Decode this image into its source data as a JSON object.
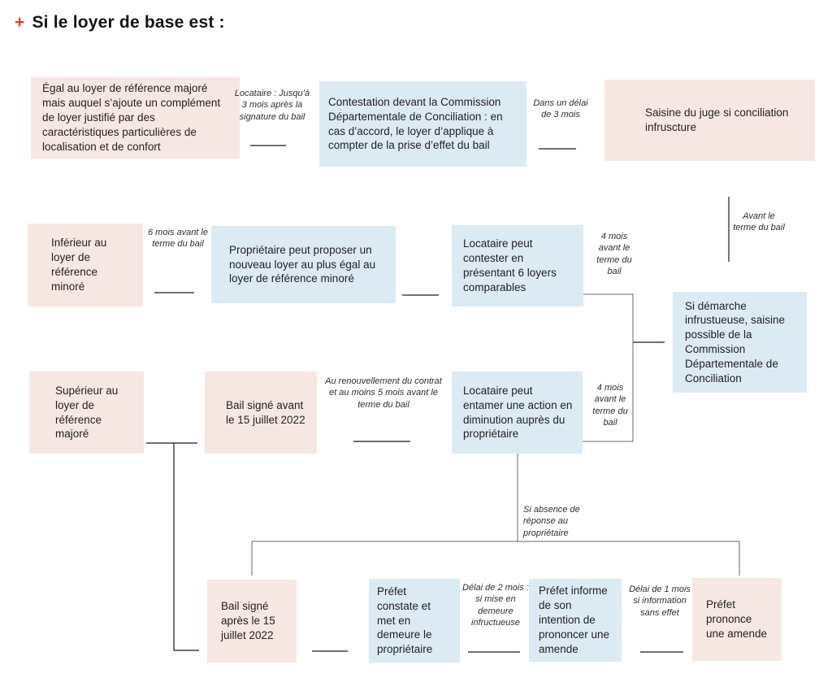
{
  "title": {
    "plus": "+",
    "text": "Si le loyer de base est :"
  },
  "colors": {
    "pink": "#f7e7e2",
    "blue": "#dceaf4",
    "accent": "#d9462e"
  },
  "nodes": {
    "egal": "Égal au loyer de référence majoré mais auquel s’ajoute un complément de loyer justifié par des caractéristiques particulières de localisation et de confort",
    "contestation": "Contestation devant la Commission Départementale de Conciliation : en cas d’accord, le loyer d’applique à compter de la prise d’effet du bail",
    "saisine_juge": "Saisine du juge si conciliation infruscture",
    "inferieur": "Inférieur au loyer de référence minoré",
    "proprietaire_proposer": "Propriétaire peut proposer un nouveau loyer au plus égal au loyer de référence minoré",
    "locataire_contester": "Locataire peut contester en présentant 6 loyers comparables",
    "si_demarche": "Si démarche infrustueuse, saisine possible de la Commission Départementale de Conciliation",
    "superieur": "Supérieur au loyer de référence majoré",
    "bail_avant": "Bail signé avant le 15 juillet 2022",
    "locataire_entamer": "Locataire peut entamer une action en diminution auprès du propriétaire",
    "bail_apres": "Bail signé après le 15 juillet 2022",
    "prefet_constate": "Préfet constate et met en demeure le propriétaire",
    "prefet_informe": "Préfet informe de son intention de prononcer une amende",
    "prefet_prononce": "Préfet prononce une amende"
  },
  "edge_labels": {
    "locataire_3mois": "Locataire : Jusqu’à 3 mois après la signature du bail",
    "delai_3mois": "Dans un délai de 3 mois",
    "six_mois": "6 mois avant le terme du bail",
    "quatre_mois_haut": "4 mois avant le terme du bail",
    "avant_terme": "Avant le terme du bail",
    "renouvellement": "Au renouvellement du contrat et au moins 5 mois avant le terme du bail",
    "quatre_mois_bas": "4 mois avant le terme du bail",
    "si_absence": "Si absence de réponse au propriétaire",
    "delai_2mois": "Délai de 2 mois : si mise en demeure infructueuse",
    "delai_1mois": "Délai de 1 mois si information sans effet"
  }
}
